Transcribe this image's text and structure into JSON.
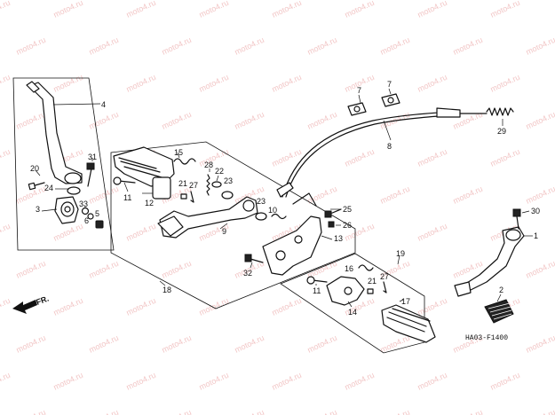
{
  "diagram": {
    "code": "HA03-F1400",
    "direction_label": "FR.",
    "watermark": "moto4.ru",
    "callouts": {
      "c1": "1",
      "c2": "2",
      "c3": "3",
      "c4": "4",
      "c5": "5",
      "c6": "6",
      "c7a": "7",
      "c7b": "7",
      "c8": "8",
      "c9": "9",
      "c10": "10",
      "c11a": "11",
      "c11b": "11",
      "c12": "12",
      "c13": "13",
      "c14": "14",
      "c15": "15",
      "c16": "16",
      "c17": "17",
      "c18": "18",
      "c19": "19",
      "c20": "20",
      "c21a": "21",
      "c21b": "21",
      "c22": "22",
      "c23a": "23",
      "c23b": "23",
      "c24": "24",
      "c25": "25",
      "c26": "26",
      "c27a": "27",
      "c27b": "27",
      "c28": "28",
      "c29": "29",
      "c30": "30",
      "c31": "31",
      "c32": "32",
      "c33": "33"
    }
  }
}
